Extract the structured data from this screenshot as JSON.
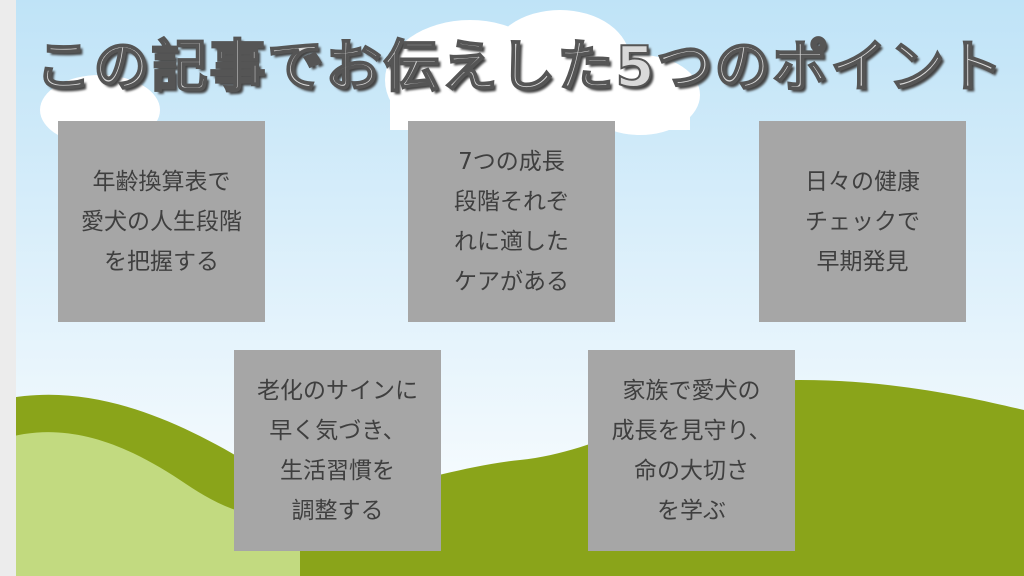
{
  "title": "この記事でお伝えした5つのポイント",
  "points": [
    {
      "text": "年齢換算表で\n愛犬の人生段階\nを把握する"
    },
    {
      "text": "7つの成長\n段階それぞ\nれに適した\nケアがある"
    },
    {
      "text": "日々の健康\nチェックで\n早期発見"
    },
    {
      "text": "老化のサインに\n早く気づき、\n生活習慣を\n調整する"
    },
    {
      "text": "家族で愛犬の\n成長を見守り、\n命の大切さ\nを学ぶ"
    }
  ],
  "colors": {
    "box": "#a6a6a6",
    "hill_dark": "#8aa41a",
    "hill_light": "#c8e08c",
    "sky": "#bfe3f7"
  }
}
